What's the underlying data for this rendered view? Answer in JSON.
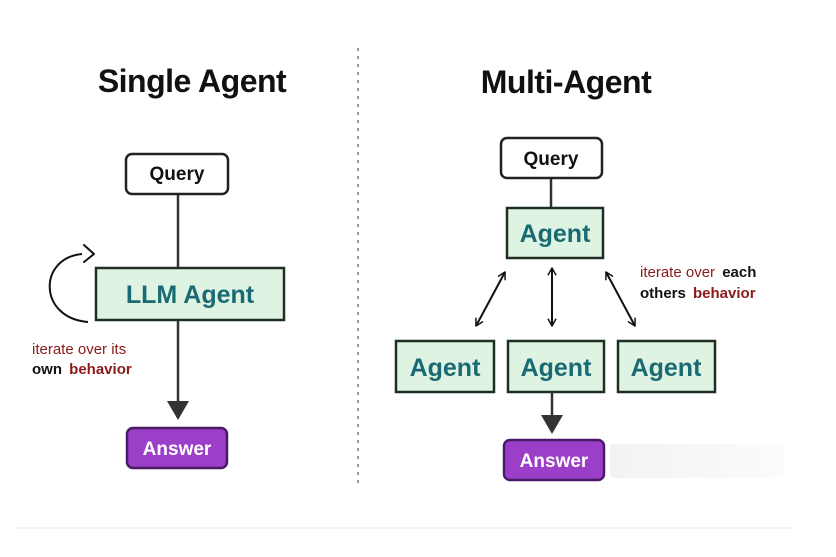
{
  "left": {
    "title": "Single Agent",
    "query_label": "Query",
    "llm_label": "LLM Agent",
    "answer_label": "Answer",
    "note_line1": "iterate over its",
    "note_line2_a": "own",
    "note_line2_b": "behavior"
  },
  "right": {
    "title": "Multi-Agent",
    "query_label": "Query",
    "top_agent_label": "Agent",
    "agents": [
      "Agent",
      "Agent",
      "Agent"
    ],
    "answer_label": "Answer",
    "note_line1_a": "iterate over",
    "note_line1_b": "each",
    "note_line2_a": "others",
    "note_line2_b": "behavior"
  },
  "colors": {
    "agent_fill": "#dff3e3",
    "agent_stroke": "#1f2f24",
    "agent_text": "#1a6a73",
    "answer_fill": "#9b3fc9",
    "answer_stroke": "#4a1a66",
    "query_fill": "#ffffff",
    "arrow": "#333333",
    "divider": "#9a9a9a",
    "note_red": "#8b1a1a"
  }
}
